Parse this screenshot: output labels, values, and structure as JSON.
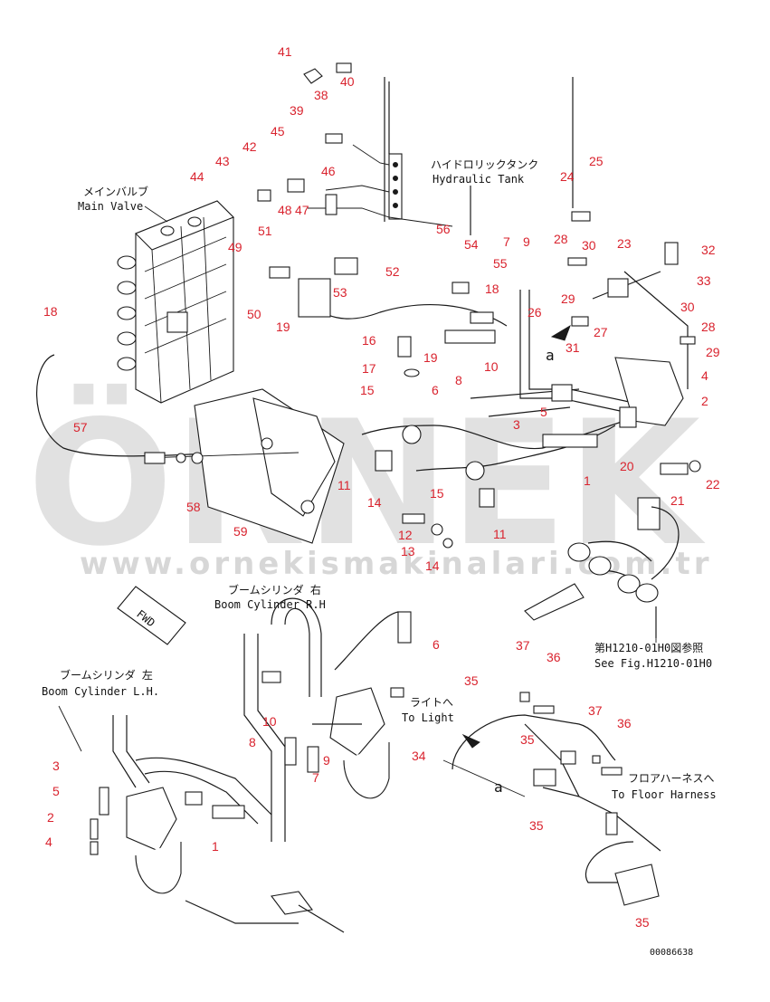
{
  "labels": {
    "main_valve_jp": "メインバルブ",
    "main_valve_en": "Main Valve",
    "hydraulic_tank_jp": "ハイドロリックタンク",
    "hydraulic_tank_en": "Hydraulic Tank",
    "boom_rh_jp": "ブームシリンダ 右",
    "boom_rh_en": "Boom Cylinder R.H",
    "boom_lh_jp": "ブームシリンダ 左",
    "boom_lh_en": "Boom Cylinder L.H.",
    "light_jp": "ライトへ",
    "light_en": "To Light",
    "floor_jp": "フロアハーネスへ",
    "floor_en": "To Floor Harness",
    "see_fig_jp": "第H1210-01H0図参照",
    "see_fig_en": "See Fig.H1210-01H0",
    "fwd": "FWD",
    "view_a_top": "a",
    "view_a_bottom": "a",
    "drawing_number": "00086638"
  },
  "watermark": {
    "brand": "ÖRNEK",
    "url": "www.ornekismakinalari.com.tr"
  },
  "callouts": [
    {
      "id": "c41",
      "text": "41"
    },
    {
      "id": "c38",
      "text": "38"
    },
    {
      "id": "c40",
      "text": "40"
    },
    {
      "id": "c39",
      "text": "39"
    },
    {
      "id": "c45",
      "text": "45"
    },
    {
      "id": "c42",
      "text": "42"
    },
    {
      "id": "c43",
      "text": "43"
    },
    {
      "id": "c46",
      "text": "46"
    },
    {
      "id": "c44",
      "text": "44"
    },
    {
      "id": "c48",
      "text": "48"
    },
    {
      "id": "c47",
      "text": "47"
    },
    {
      "id": "c49",
      "text": "49"
    },
    {
      "id": "c51",
      "text": "51"
    },
    {
      "id": "c56",
      "text": "56"
    },
    {
      "id": "c54",
      "text": "54"
    },
    {
      "id": "c52",
      "text": "52"
    },
    {
      "id": "c53",
      "text": "53"
    },
    {
      "id": "c50",
      "text": "50"
    },
    {
      "id": "c19a",
      "text": "19"
    },
    {
      "id": "c55",
      "text": "55"
    },
    {
      "id": "c18a",
      "text": "18"
    },
    {
      "id": "c7a",
      "text": "7"
    },
    {
      "id": "c9a",
      "text": "9"
    },
    {
      "id": "c24",
      "text": "24"
    },
    {
      "id": "c25",
      "text": "25"
    },
    {
      "id": "c28a",
      "text": "28"
    },
    {
      "id": "c30a",
      "text": "30"
    },
    {
      "id": "c23",
      "text": "23"
    },
    {
      "id": "c32",
      "text": "32"
    },
    {
      "id": "c33",
      "text": "33"
    },
    {
      "id": "c29a",
      "text": "29"
    },
    {
      "id": "c26",
      "text": "26"
    },
    {
      "id": "c27",
      "text": "27"
    },
    {
      "id": "c30b",
      "text": "30"
    },
    {
      "id": "c28b",
      "text": "28"
    },
    {
      "id": "c29b",
      "text": "29"
    },
    {
      "id": "c31",
      "text": "31"
    },
    {
      "id": "c18b",
      "text": "18"
    },
    {
      "id": "c57",
      "text": "57"
    },
    {
      "id": "c16",
      "text": "16"
    },
    {
      "id": "c19b",
      "text": "19"
    },
    {
      "id": "c10a",
      "text": "10"
    },
    {
      "id": "c17",
      "text": "17"
    },
    {
      "id": "c8a",
      "text": "8"
    },
    {
      "id": "c4a",
      "text": "4"
    },
    {
      "id": "c2a",
      "text": "2"
    },
    {
      "id": "c15a",
      "text": "15"
    },
    {
      "id": "c6a",
      "text": "6"
    },
    {
      "id": "c3a",
      "text": "3"
    },
    {
      "id": "c5a",
      "text": "5"
    },
    {
      "id": "c20",
      "text": "20"
    },
    {
      "id": "c1a",
      "text": "1"
    },
    {
      "id": "c22",
      "text": "22"
    },
    {
      "id": "c11a",
      "text": "11"
    },
    {
      "id": "c14a",
      "text": "14"
    },
    {
      "id": "c15b",
      "text": "15"
    },
    {
      "id": "c21",
      "text": "21"
    },
    {
      "id": "c58",
      "text": "58"
    },
    {
      "id": "c59",
      "text": "59"
    },
    {
      "id": "c11b",
      "text": "11"
    },
    {
      "id": "c12",
      "text": "12"
    },
    {
      "id": "c13",
      "text": "13"
    },
    {
      "id": "c14b",
      "text": "14"
    },
    {
      "id": "c6b",
      "text": "6"
    },
    {
      "id": "c37a",
      "text": "37"
    },
    {
      "id": "c36a",
      "text": "36"
    },
    {
      "id": "c35a",
      "text": "35"
    },
    {
      "id": "c3b",
      "text": "3"
    },
    {
      "id": "c10b",
      "text": "10"
    },
    {
      "id": "c35b",
      "text": "35"
    },
    {
      "id": "c37b",
      "text": "37"
    },
    {
      "id": "c36b",
      "text": "36"
    },
    {
      "id": "c8b",
      "text": "8"
    },
    {
      "id": "c9b",
      "text": "9"
    },
    {
      "id": "c7b",
      "text": "7"
    },
    {
      "id": "c34",
      "text": "34"
    },
    {
      "id": "c5b",
      "text": "5"
    },
    {
      "id": "c2b",
      "text": "2"
    },
    {
      "id": "c4b",
      "text": "4"
    },
    {
      "id": "c1b",
      "text": "1"
    },
    {
      "id": "c35c",
      "text": "35"
    },
    {
      "id": "c35d",
      "text": "35"
    }
  ]
}
